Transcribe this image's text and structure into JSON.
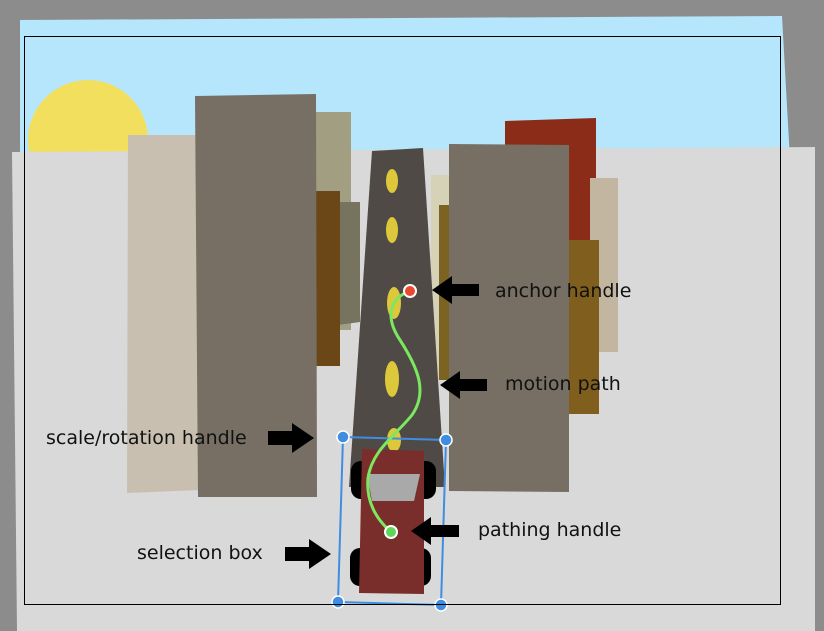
{
  "annotations": {
    "anchor_handle": "anchor handle",
    "motion_path": "motion path",
    "scale_rotation_handle": "scale/rotation handle",
    "pathing_handle": "pathing handle",
    "selection_box": "selection box"
  },
  "colors": {
    "workspace": "#8c8c8c",
    "sky": "#b6e6fb",
    "ground": "#d9d9d9",
    "sun": "#f3df5e",
    "road": "#4f4a45",
    "lane_marks": "#dcc83a",
    "car_body": "#7a2e2b",
    "selection": "#3f8de0",
    "motion_path": "#7be860",
    "anchor_handle": "#e8492f",
    "pathing_handle": "#5fd65a",
    "arrow": "#000000"
  },
  "icons": [
    "arrow-right-icon",
    "arrow-left-icon"
  ]
}
